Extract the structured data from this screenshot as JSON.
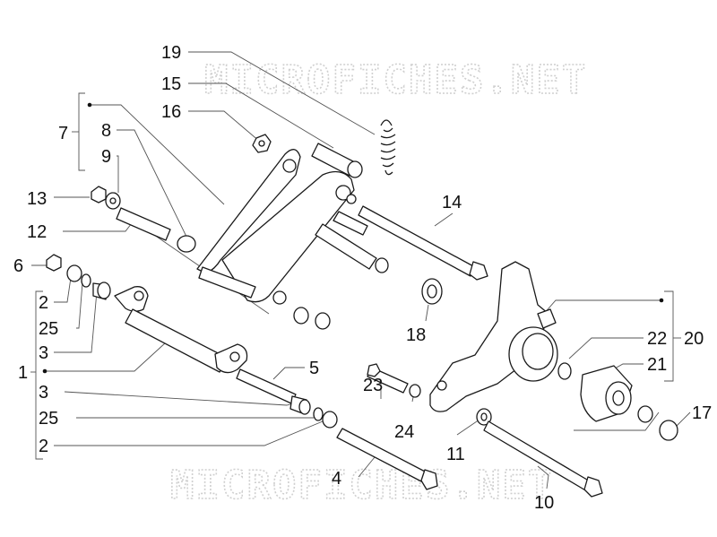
{
  "watermark": {
    "top": "MICROFICHES.NET",
    "bottom": "MICROFICHES.NET"
  },
  "callouts": {
    "n1": "1",
    "n2a": "2",
    "n2b": "2",
    "n3a": "3",
    "n3b": "3",
    "n4": "4",
    "n5": "5",
    "n6": "6",
    "n7": "7",
    "n8": "8",
    "n9": "9",
    "n10": "10",
    "n11": "11",
    "n12": "12",
    "n13": "13",
    "n14": "14",
    "n15": "15",
    "n16": "16",
    "n17": "17",
    "n18": "18",
    "n19": "19",
    "n20": "20",
    "n21": "21",
    "n22": "22",
    "n23": "23",
    "n24": "24",
    "n25a": "25",
    "n25b": "25"
  }
}
